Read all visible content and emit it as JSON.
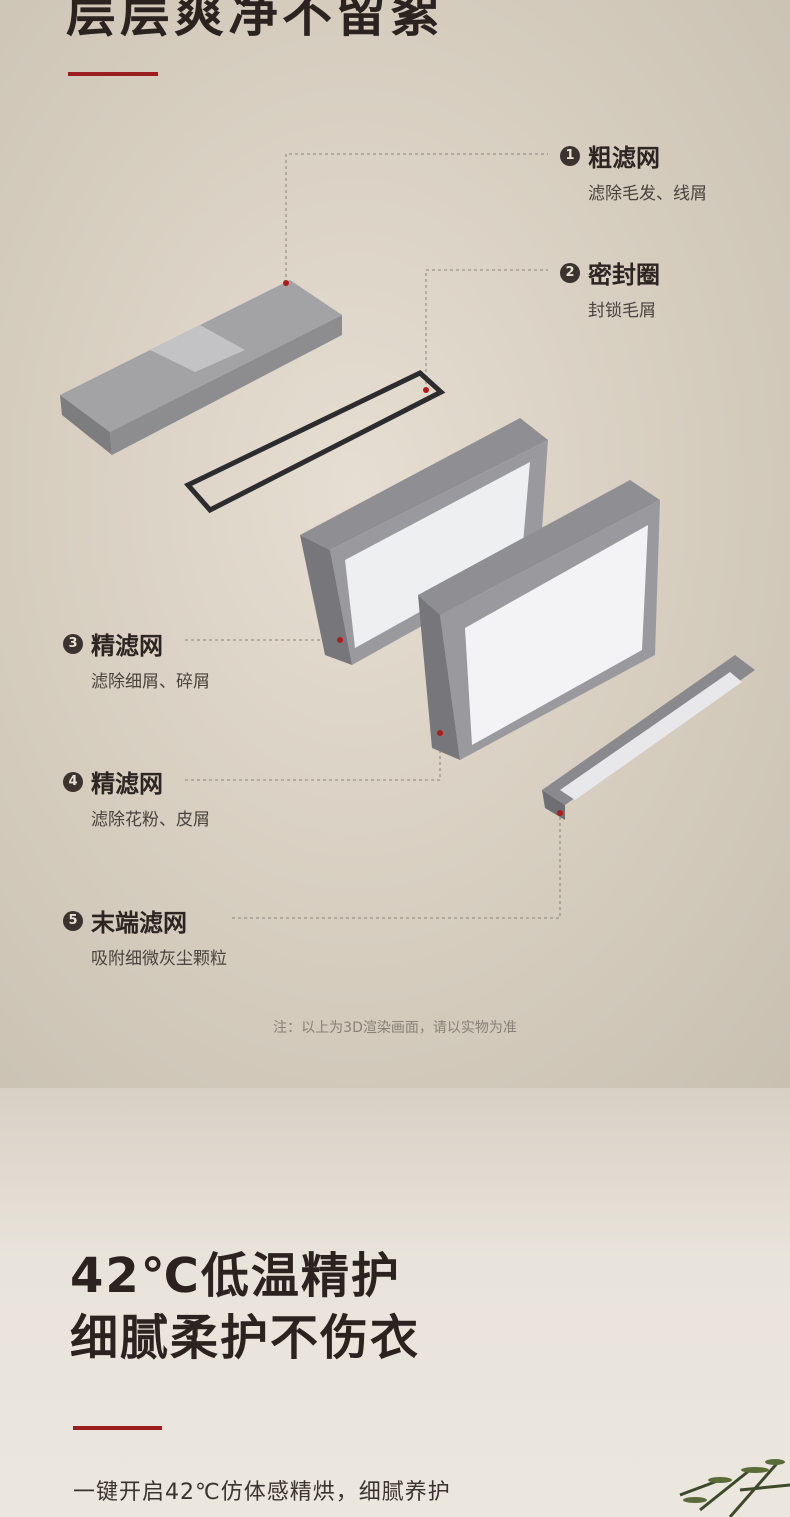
{
  "section1": {
    "title": "层层爽净不留絮",
    "accent_color": "#9a1e1e",
    "callouts": [
      {
        "num": "1",
        "title": "粗滤网",
        "desc": "滤除毛发、线屑"
      },
      {
        "num": "2",
        "title": "密封圈",
        "desc": "封锁毛屑"
      },
      {
        "num": "3",
        "title": "精滤网",
        "desc": "滤除细屑、碎屑"
      },
      {
        "num": "4",
        "title": "精滤网",
        "desc": "滤除花粉、皮屑"
      },
      {
        "num": "5",
        "title": "末端滤网",
        "desc": "吸附细微灰尘颗粒"
      }
    ],
    "note": "注：以上为3D渲染画面，请以实物为准"
  },
  "section2": {
    "title_line1": "42℃低温精护",
    "title_line2": "细腻柔护不伤衣",
    "body": "一键开启42℃仿体感精烘，细腻养护"
  }
}
